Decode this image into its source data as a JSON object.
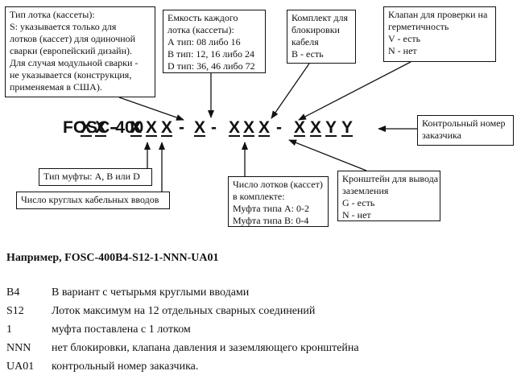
{
  "boxes": {
    "tray_type": {
      "lines": [
        "Тип лотка (кассеты):",
        "S: указывается только для",
        "лотков (кассет) для одиночной",
        "сварки (европейский дизайн).",
        "Для случая модульной сварки -",
        "не указывается (конструкция,",
        "применяемая в США)."
      ]
    },
    "capacity": {
      "lines": [
        "Емкость каждого",
        "лотка (кассеты):",
        "А тип: 08 либо 16",
        "B тип: 12, 16 либо 24",
        "D тип: 36, 46 либо 72"
      ]
    },
    "lock_kit": {
      "lines": [
        "Комплект для",
        "блокировки",
        "кабеля",
        "B - есть"
      ]
    },
    "valve": {
      "lines": [
        "Клапан для проверки на",
        "герметичность",
        "V - есть",
        "N - нет"
      ]
    },
    "customer_no": {
      "lines": [
        "Контрольный номер",
        "заказчика"
      ]
    },
    "sleeve_type": {
      "lines": [
        "Тип муфты: А, B или D"
      ]
    },
    "cable_inputs": {
      "lines": [
        "Число круглых кабельных вводов"
      ]
    },
    "tray_count": {
      "lines": [
        "Число лотков (кассет)",
        "в комплекте:",
        "Муфта типа А: 0-2",
        "Муфта типа B: 0-4"
      ]
    },
    "grounding": {
      "lines": [
        "Кронштейн для вывода",
        "заземления",
        "G - есть",
        "N - нет"
      ]
    }
  },
  "code": {
    "prefix": "FOSC-400",
    "chars": [
      {
        "text": "X",
        "underlined": true
      },
      {
        "text": "X",
        "underlined": true
      },
      {
        "text": "-",
        "underlined": false
      },
      {
        "text": "X",
        "underlined": true
      },
      {
        "text": "X",
        "underlined": true
      },
      {
        "text": "X",
        "underlined": true
      },
      {
        "text": "-",
        "underlined": false
      },
      {
        "text": "X",
        "underlined": true
      },
      {
        "text": "-",
        "underlined": false
      },
      {
        "text": "X",
        "underlined": true
      },
      {
        "text": "X",
        "underlined": true
      },
      {
        "text": "X",
        "underlined": true
      },
      {
        "text": "-",
        "underlined": false
      },
      {
        "text": "X",
        "underlined": true
      },
      {
        "text": "X",
        "underlined": true
      },
      {
        "text": "Y",
        "underlined": true
      },
      {
        "text": "Y",
        "underlined": true
      }
    ]
  },
  "example": {
    "title": "Например, FOSC-400B4-S12-1-NNN-UA01",
    "rows": [
      {
        "code": "B4",
        "text": "В вариант с четырьмя круглыми вводами"
      },
      {
        "code": "S12",
        "text": "Лоток максимум на 12 отдельных сварных соединений"
      },
      {
        "code": "1",
        "text": "муфта поставлена с 1 лотком"
      },
      {
        "code": "NNN",
        "text": "нет блокировки, клапана давления и заземляющего кронштейна"
      },
      {
        "code": "UA01",
        "text": "контрольный номер заказчика."
      }
    ]
  }
}
